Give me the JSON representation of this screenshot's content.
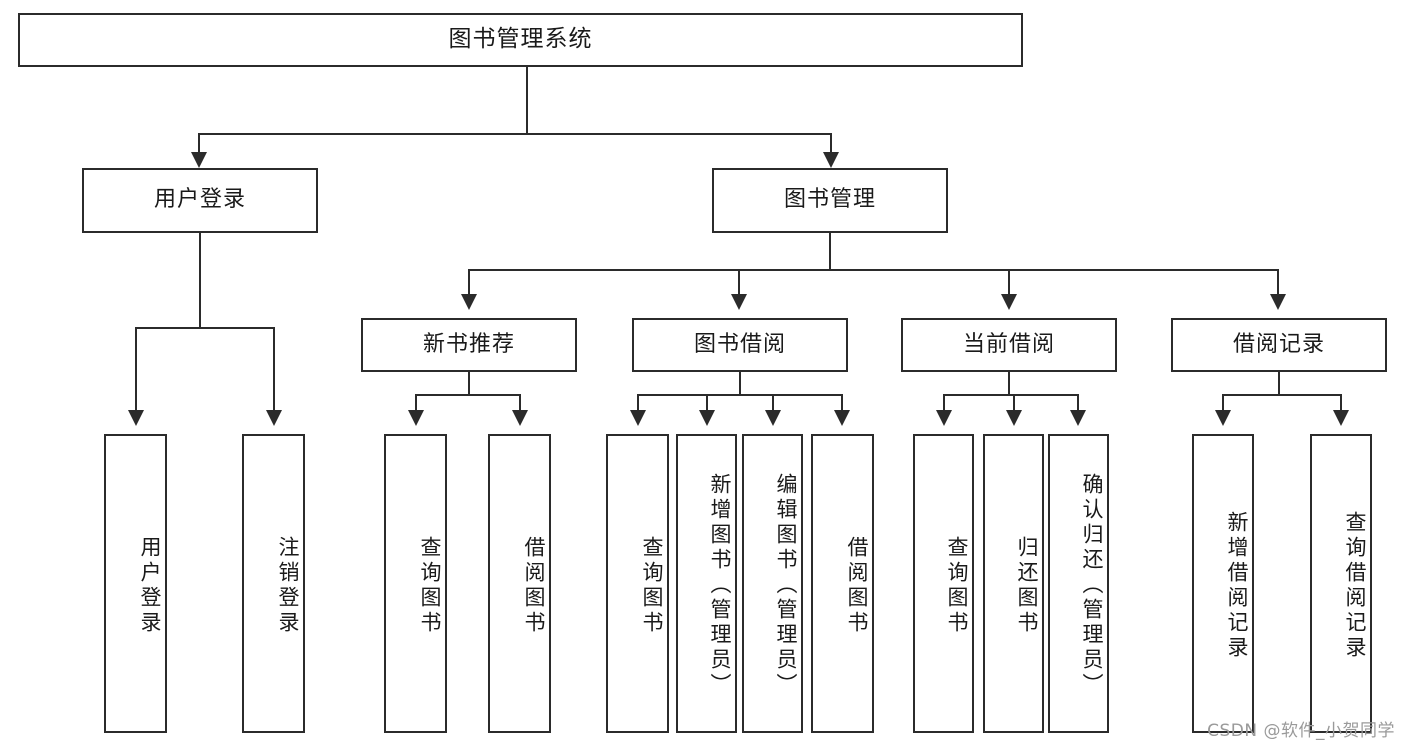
{
  "diagram": {
    "title": "图书管理系统",
    "type": "function-structure-tree",
    "root": {
      "label": "图书管理系统"
    },
    "level2": [
      {
        "label": "用户登录"
      },
      {
        "label": "图书管理"
      }
    ],
    "level3": [
      {
        "label": "新书推荐"
      },
      {
        "label": "图书借阅"
      },
      {
        "label": "当前借阅"
      },
      {
        "label": "借阅记录"
      }
    ],
    "leaves": {
      "user_login": [
        {
          "label": "用户登录"
        },
        {
          "label": "注销登录"
        }
      ],
      "new_book_recommend": [
        {
          "label": "查询图书"
        },
        {
          "label": "借阅图书"
        }
      ],
      "book_borrow": [
        {
          "label": "查询图书"
        },
        {
          "label": "新增图书（管理员）"
        },
        {
          "label": "编辑图书（管理员）"
        },
        {
          "label": "借阅图书"
        }
      ],
      "current_borrow": [
        {
          "label": "查询图书"
        },
        {
          "label": "归还图书"
        },
        {
          "label": "确认归还（管理员）"
        }
      ],
      "borrow_record": [
        {
          "label": "新增借阅记录"
        },
        {
          "label": "查询借阅记录"
        }
      ]
    }
  },
  "watermark": {
    "text": "CSDN @软件_小贺同学"
  },
  "colors": {
    "stroke": "#2b2b2b",
    "fill": "#ffffff",
    "text": "#1a1a1a",
    "watermark": "#9a9a9a"
  }
}
